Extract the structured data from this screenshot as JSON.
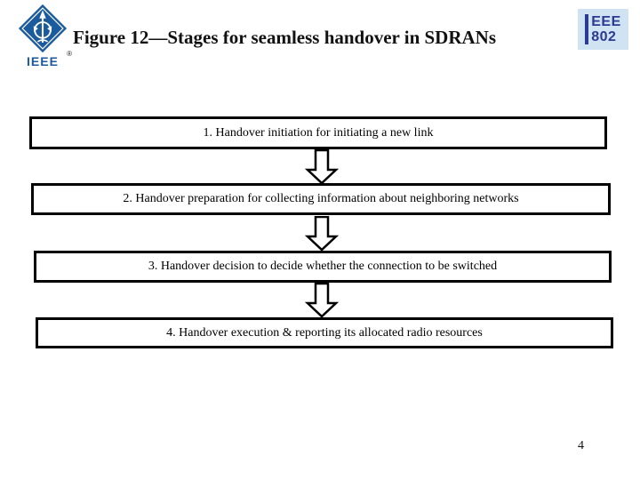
{
  "header": {
    "logo": {
      "label": "IEEE",
      "registered": "®",
      "diamond_icon": "ieee-diamond-kite-emblem"
    },
    "title": "Figure 12—Stages for seamless handover in SDRANs",
    "badge": {
      "line1": "EEE",
      "line2": "802"
    }
  },
  "stages": [
    {
      "label": "1. Handover initiation for initiating a new link"
    },
    {
      "label": "2. Handover preparation for collecting information about neighboring networks"
    },
    {
      "label": "3. Handover decision to decide whether the connection to be switched"
    },
    {
      "label": "4. Handover execution & reporting its allocated radio resources"
    }
  ],
  "connectors": {
    "icon": "down-block-arrow",
    "count": 3
  },
  "footer": {
    "page_number": "4"
  },
  "colors": {
    "background": "#ffffff",
    "box_border": "#000000",
    "diamond_blue": "#1c5a9e",
    "badge_background": "#cfe3f3",
    "badge_text": "#2b3a92",
    "title_text": "#111111"
  }
}
